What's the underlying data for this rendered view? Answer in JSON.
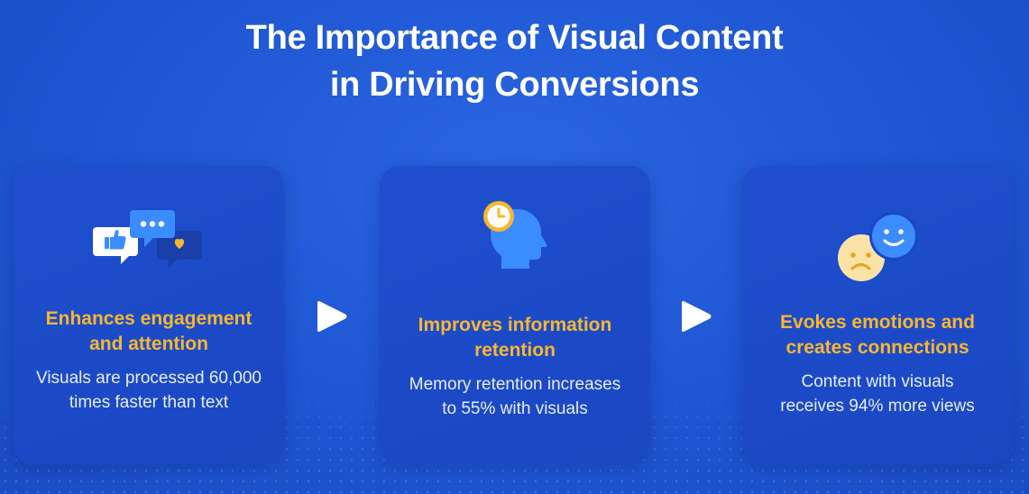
{
  "header": {
    "title_line1": "The Importance of Visual Content",
    "title_line2": "in Driving Conversions"
  },
  "cards": [
    {
      "icon": "chat-bubbles-icon",
      "title_line1": "Enhances engagement",
      "title_line2": "and attention",
      "desc_line1": "Visuals are processed 60,000",
      "desc_line2": "times faster than text"
    },
    {
      "icon": "head-clock-icon",
      "title_line1": "Improves information",
      "title_line2": "retention",
      "desc_line1": "Memory retention increases",
      "desc_line2": "to 55% with visuals"
    },
    {
      "icon": "emoji-faces-icon",
      "title_line1": "Evokes emotions and",
      "title_line2": "creates connections",
      "desc_line1": "Content with visuals",
      "desc_line2": "receives 94% more views"
    }
  ],
  "colors": {
    "background": "#1f56d3",
    "card": "#1a47c2",
    "title_text": "#ffffff",
    "card_heading": "#f7b731",
    "icon_blue": "#3b8cff",
    "icon_yellow": "#f7b731"
  }
}
